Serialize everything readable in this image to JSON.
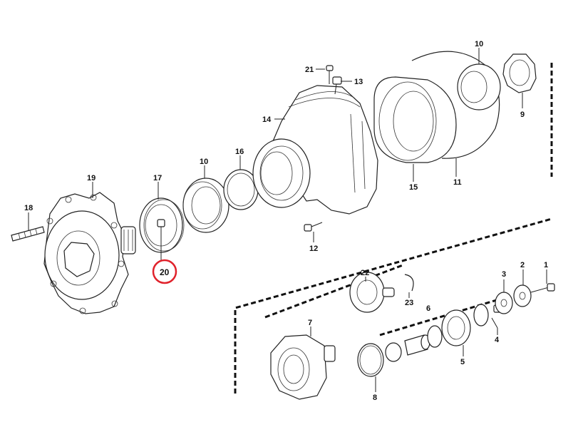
{
  "highlight_color": "#e0222b",
  "line_color": "#222222",
  "callouts": {
    "c1": "1",
    "c2": "2",
    "c3": "3",
    "c4": "4",
    "c5": "5",
    "c6": "6",
    "c7": "7",
    "c8": "8",
    "c9": "9",
    "c10a": "10",
    "c10b": "10",
    "c11": "11",
    "c12": "12",
    "c13": "13",
    "c14": "14",
    "c15": "15",
    "c16": "16",
    "c17": "17",
    "c18": "18",
    "c19": "19",
    "c20": "20",
    "c21": "21",
    "c22": "22",
    "c23": "23"
  },
  "highlighted_callout": "20"
}
